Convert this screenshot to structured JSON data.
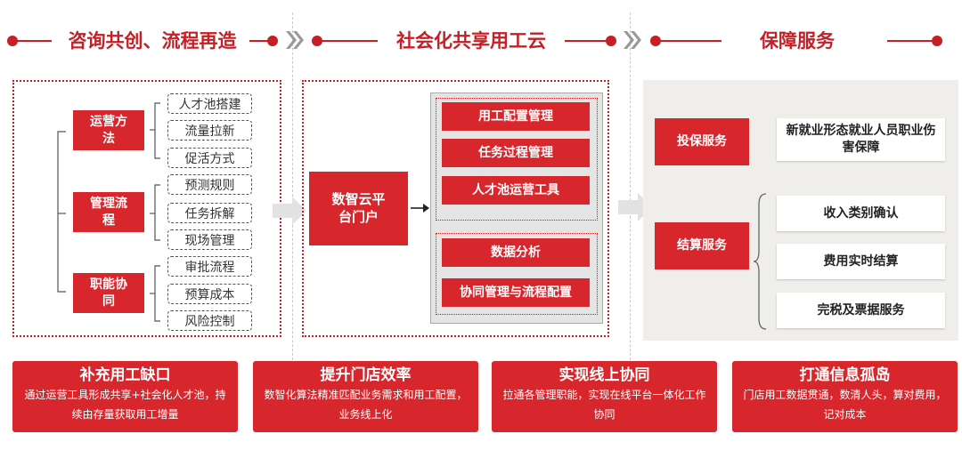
{
  "header": {
    "col1_title": "咨询共创、流程再造",
    "col2_title": "社会化共享用工云",
    "col3_title": "保障服务"
  },
  "left": {
    "groups": [
      {
        "label": "运营方法",
        "items": [
          "人才池搭建",
          "流量拉新",
          "促活方式"
        ]
      },
      {
        "label": "管理流程",
        "items": [
          "预测规则",
          "任务拆解",
          "现场管理"
        ]
      },
      {
        "label": "职能协同",
        "items": [
          "审批流程",
          "预算成本",
          "风险控制"
        ]
      }
    ]
  },
  "middle": {
    "portal": "数智云平台门户",
    "top_modules": [
      "用工配置管理",
      "任务过程管理",
      "人才池运营工具"
    ],
    "bottom_modules": [
      "数据分析",
      "协同管理与流程配置"
    ]
  },
  "right": {
    "insurance_label": "投保服务",
    "insurance_item": "新就业形态就业人员职业伤害保障",
    "settlement_label": "结算服务",
    "settlement_items": [
      "收入类别确认",
      "费用实时结算",
      "完税及票据服务"
    ]
  },
  "cards": [
    {
      "title": "补充用工缺口",
      "desc": "通过运营工具形成共享+社会化人才池，持续由存量获取用工增量"
    },
    {
      "title": "提升门店效率",
      "desc": "数智化算法精准匹配业务需求和用工配置，业务线上化"
    },
    {
      "title": "实现线上协同",
      "desc": "拉通各管理职能，实现在线平台一体化工作协同"
    },
    {
      "title": "打通信息孤岛",
      "desc": "门店用工数据贯通，数清人头，算对费用，记对成本"
    }
  ],
  "colors": {
    "accent": "#d7262c",
    "panel_gray": "#efeeea"
  }
}
